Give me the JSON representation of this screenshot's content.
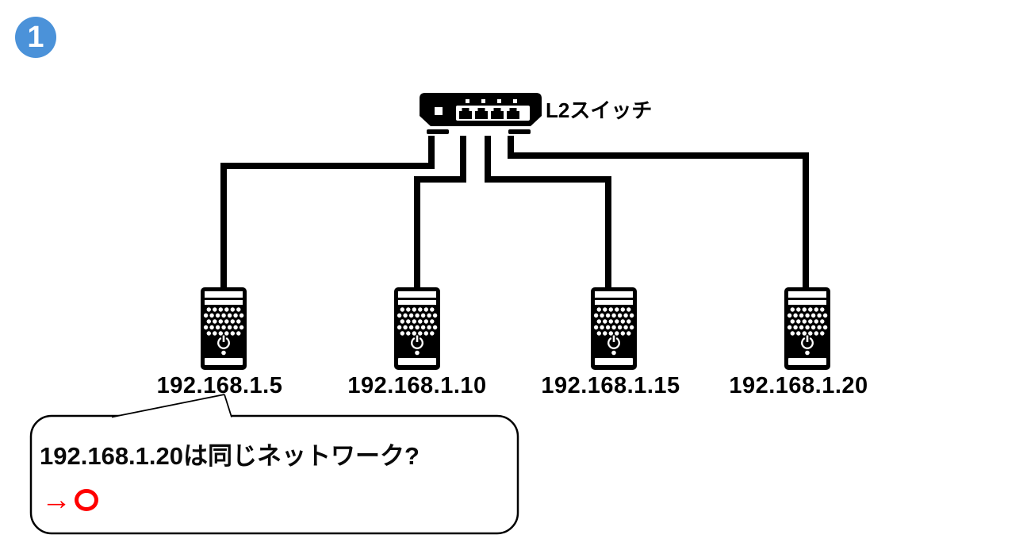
{
  "step_badge": {
    "number": "1",
    "color": "#4b92d9"
  },
  "switch": {
    "label": "L2スイッチ"
  },
  "hosts": [
    {
      "ip": "192.168.1.5"
    },
    {
      "ip": "192.168.1.10"
    },
    {
      "ip": "192.168.1.15"
    },
    {
      "ip": "192.168.1.20"
    }
  ],
  "callout": {
    "question": "192.168.1.20は同じネットワーク?",
    "answer_arrow": "→",
    "answer_symbol": "〇",
    "answer_color": "#ff0000"
  },
  "colors": {
    "line_black": "#000000",
    "background": "#ffffff"
  }
}
